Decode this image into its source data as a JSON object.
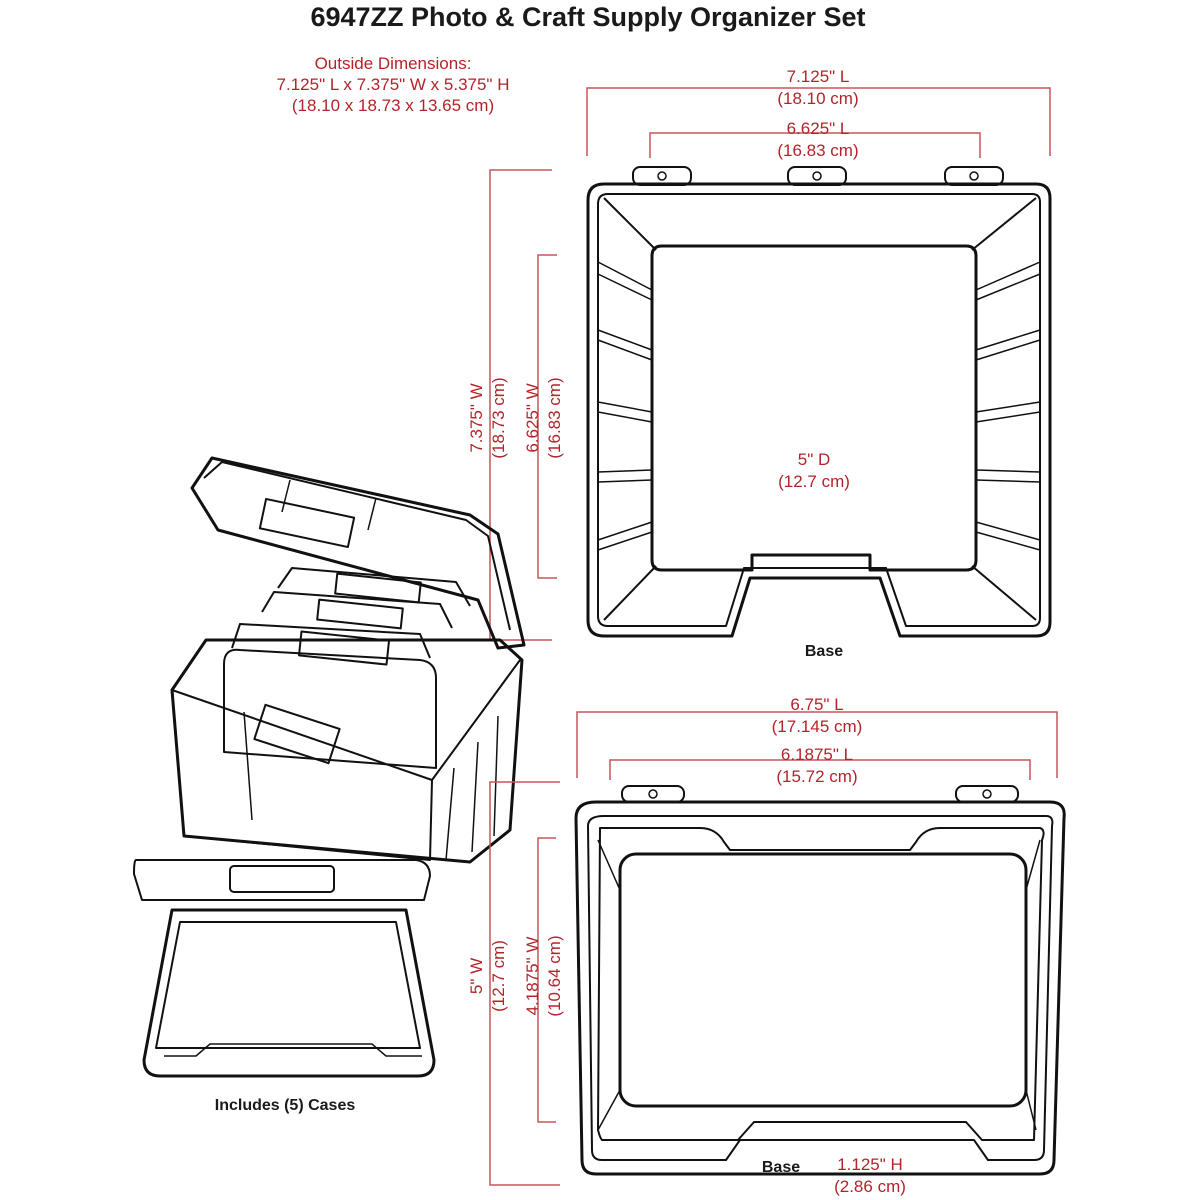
{
  "title": "6947ZZ Photo & Craft Supply Organizer Set",
  "outside": {
    "heading": "Outside Dimensions:",
    "imperial": "7.125\" L x 7.375\" W x 5.375\" H",
    "metric": "(18.10 x 18.73 x 13.65 cm)"
  },
  "top_view": {
    "outer_length": "7.125\" L",
    "outer_length_cm": "(18.10 cm)",
    "inner_length": "6.625\" L",
    "inner_length_cm": "(16.83 cm)",
    "outer_width": "7.375\" W",
    "outer_width_cm": "(18.73 cm)",
    "inner_width": "6.625\" W",
    "inner_width_cm": "(16.83 cm)",
    "depth": "5\" D",
    "depth_cm": "(12.7 cm)",
    "label": "Base"
  },
  "case_view": {
    "outer_length": "6.75\" L",
    "outer_length_cm": "(17.145 cm)",
    "inner_length": "6.1875\" L",
    "inner_length_cm": "(15.72 cm)",
    "outer_width": "5\" W",
    "outer_width_cm": "(12.7 cm)",
    "inner_width": "4.1875\" W",
    "inner_width_cm": "(10.64 cm)",
    "height": "1.125\" H",
    "height_cm": "(2.86 cm)",
    "label": "Base"
  },
  "cases_label": "Includes (5) Cases",
  "colors": {
    "dimension": "#b3242a",
    "outline": "#111111"
  }
}
